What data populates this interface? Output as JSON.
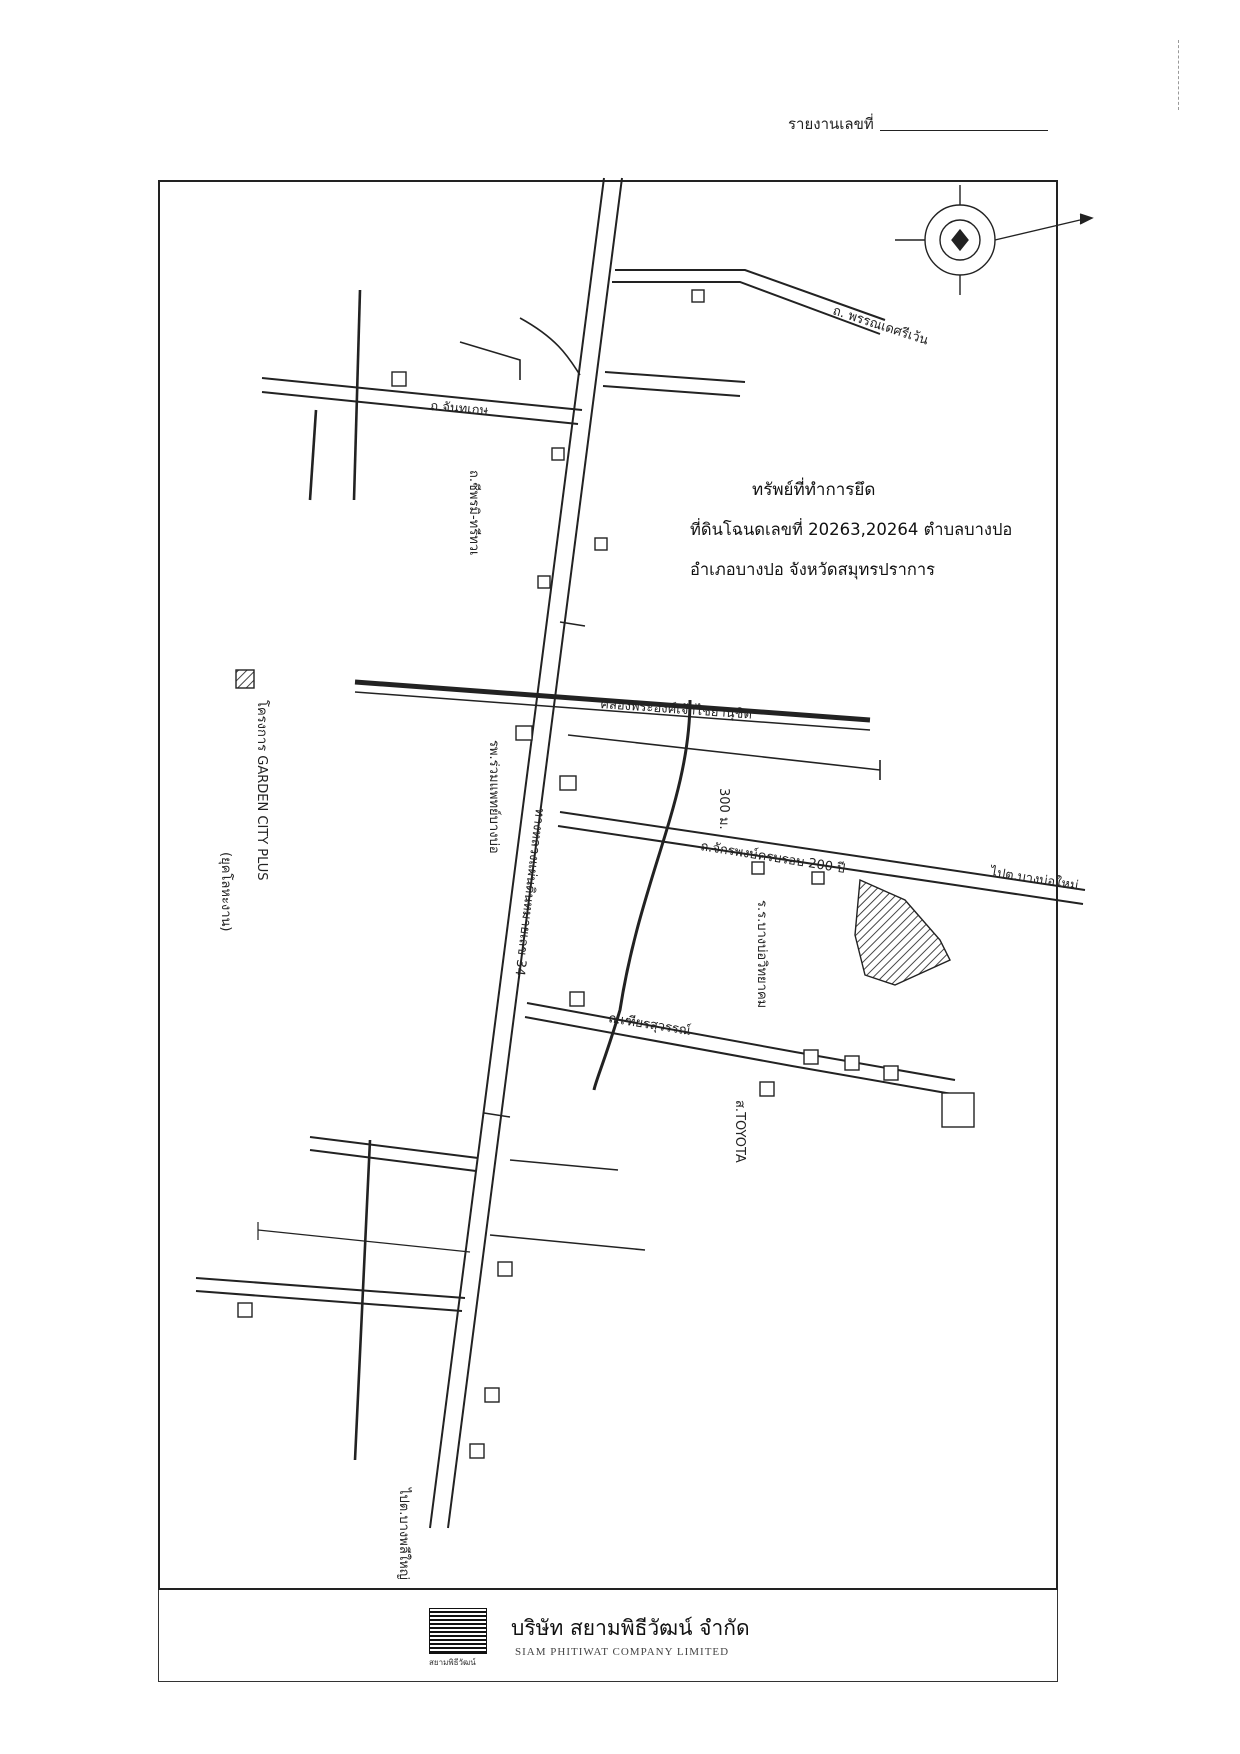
{
  "header": {
    "report_number_label": "รายงานเลขที่"
  },
  "asset": {
    "title": "ทรัพย์ที่ทำการยึด",
    "line1": "ที่ดินโฉนดเลขที่ 20263,20264 ตำบลบางปอ",
    "line2": "อำเภอบางปอ จังหวัดสมุทรปราการ"
  },
  "map_labels": {
    "road_top": "ถ. พรรณเดศรีเว้น",
    "road_chan": "ถ.จันทเกษ",
    "road_sukhumvit": "ถ.ชีพรมิ-ทรีทวเ",
    "canal": "คลองพระองค์เจ้าไชยานุชิต",
    "road_200": "ถ.จักรพงษ์ครบรอบ 200 ปี",
    "road_chiang": "ถ.เฑียรสุวรรณ์",
    "to_bangbo": "ไปต.บางบ่อใหม่",
    "km_300": "300 ม.",
    "project": "โครงการ GARDEN CITY PLUS",
    "project_note": "(ยุคโลหะงาน)",
    "toyota": "ส.TOYOTA",
    "school": "ร.ร.บางบ่อวิทยาคม",
    "hospital": "รพ.ร่วมแพทย์บางบ่อ",
    "to_bangplee": "ไปต.บางพลีใหญ่",
    "dashed_text": "ทางหลวงแผ่นดินหมายเลข 34"
  },
  "footer": {
    "company_th": "บริษัท สยามพิธีวัฒน์ จำกัด",
    "company_en": "SIAM PHITIWAT COMPANY LIMITED",
    "logo_caption": "สยามพิธีวัฒน์"
  },
  "colors": {
    "ink": "#222222",
    "paper": "#ffffff",
    "hatch": "#444444"
  }
}
